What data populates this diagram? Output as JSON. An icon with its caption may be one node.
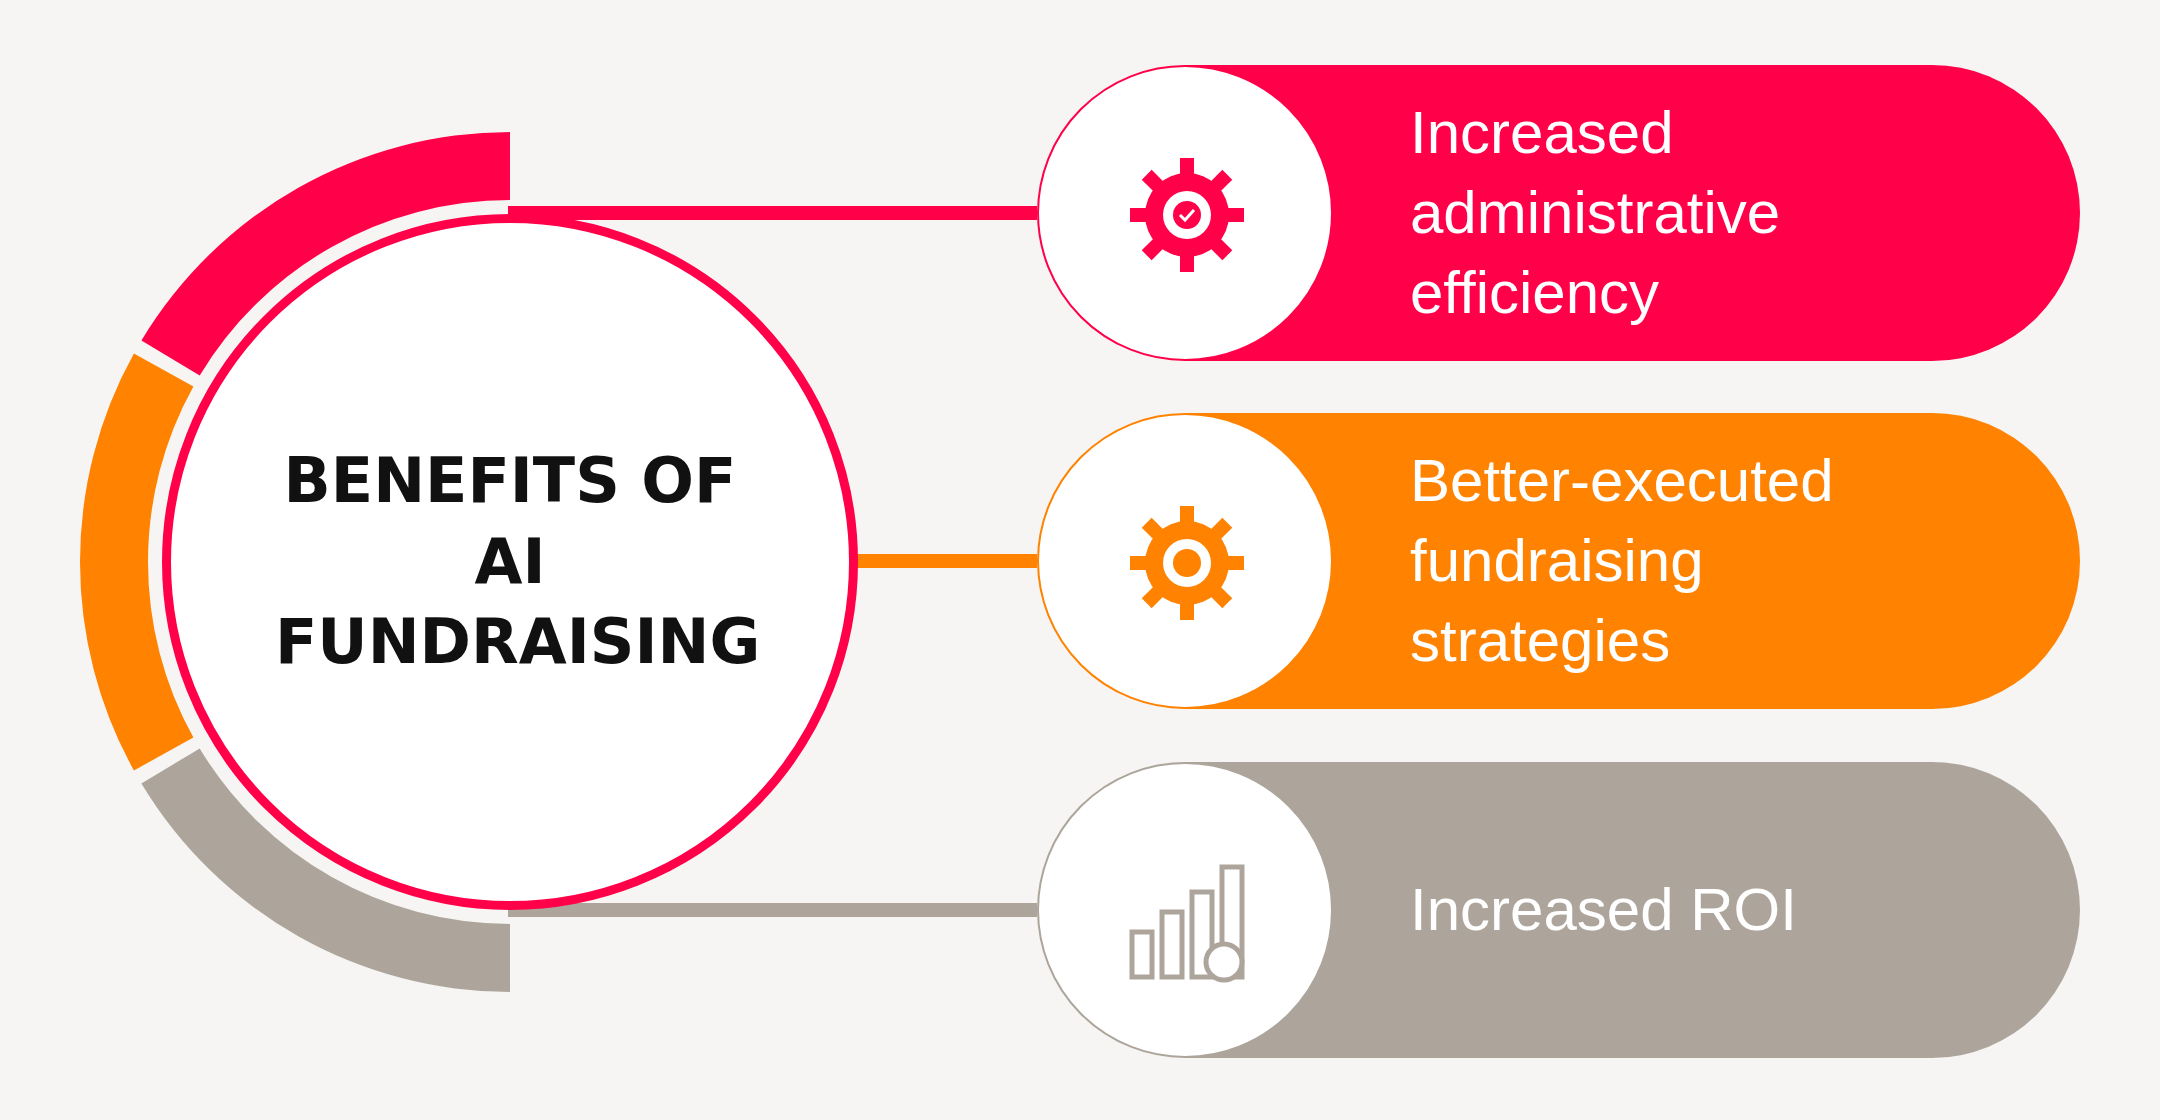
{
  "diagram": {
    "nodes": [
      {
        "text": [
          "BENEFITS OF AI FUNDRAISING"
        ]
      },
      {
        "text": [
          "Increased administrative efficiency"
        ]
      },
      {
        "text": [
          "Better-executed fundraising strategies"
        ]
      },
      {
        "text": [
          "Increased ROI"
        ]
      }
    ],
    "edges": [
      {
        "from": 0,
        "to": 1,
        "arrow": "none",
        "color": "#ff0049"
      },
      {
        "from": 0,
        "to": 2,
        "arrow": "none",
        "color": "#ff8200"
      },
      {
        "from": 0,
        "to": 3,
        "arrow": "none",
        "color": "#ada59b"
      }
    ]
  }
}
